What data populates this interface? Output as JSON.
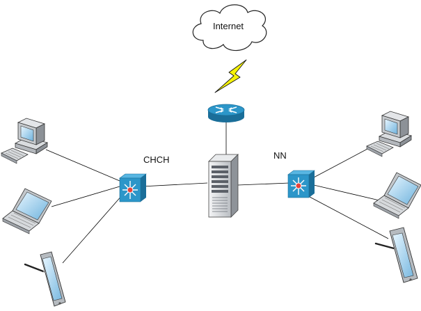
{
  "diagram": {
    "cloud": {
      "label": "Internet",
      "icon": "cloud-icon"
    },
    "link_to_internet": {
      "icon": "lightning-bolt-icon",
      "color": "#f5f20a"
    },
    "router": {
      "icon": "router-icon"
    },
    "server": {
      "icon": "server-tower-icon"
    },
    "switches": [
      {
        "id": "chch",
        "label": "CHCH",
        "icon": "multilayer-switch-icon"
      },
      {
        "id": "nn",
        "label": "NN",
        "icon": "multilayer-switch-icon"
      }
    ],
    "left_clients": [
      {
        "icon": "desktop-computer-icon"
      },
      {
        "icon": "laptop-icon"
      },
      {
        "icon": "tablet-with-stylus-icon"
      }
    ],
    "right_clients": [
      {
        "icon": "desktop-computer-icon"
      },
      {
        "icon": "laptop-icon"
      },
      {
        "icon": "tablet-with-stylus-icon"
      }
    ],
    "colors": {
      "cisco_blue": "#2c96c9",
      "cisco_blue_dark": "#1a6e99",
      "line": "#000000",
      "device_gray": "#b8bcc1"
    }
  }
}
